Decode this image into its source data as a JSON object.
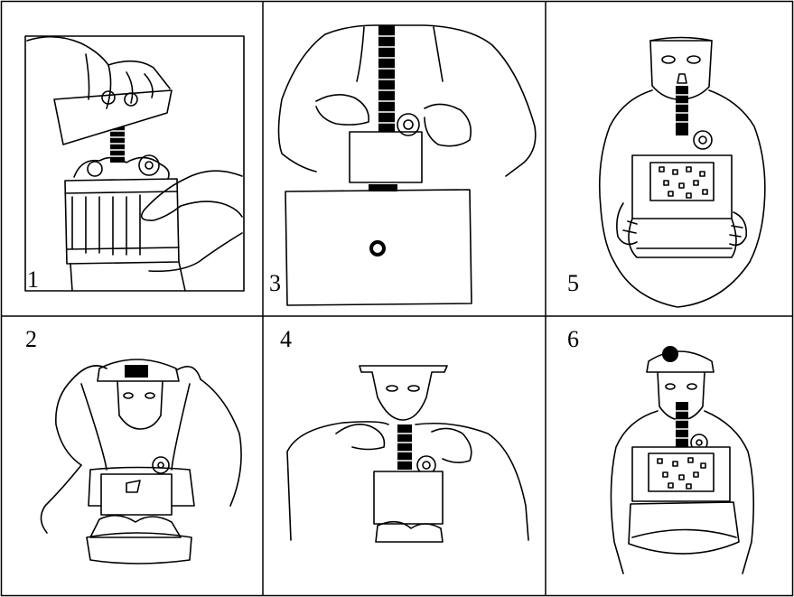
{
  "figure": {
    "panels": [
      {
        "label": "1",
        "scene": "open-container-and-remove-self-rescuer"
      },
      {
        "label": "2",
        "scene": "place-neck-strap-over-head"
      },
      {
        "label": "3",
        "scene": "pull-off-container-cover"
      },
      {
        "label": "4",
        "scene": "insert-mouthpiece-and-bite"
      },
      {
        "label": "5",
        "scene": "hold-self-rescuer-and-inflate-bag"
      },
      {
        "label": "6",
        "scene": "wear-self-rescuer-and-evacuate"
      }
    ]
  },
  "colors": {
    "ink": "#000000",
    "paper": "#ffffff"
  },
  "icons": [
    "self-rescuer-device-icon",
    "helmet-lamp-icon",
    "breathing-bag-icon"
  ]
}
